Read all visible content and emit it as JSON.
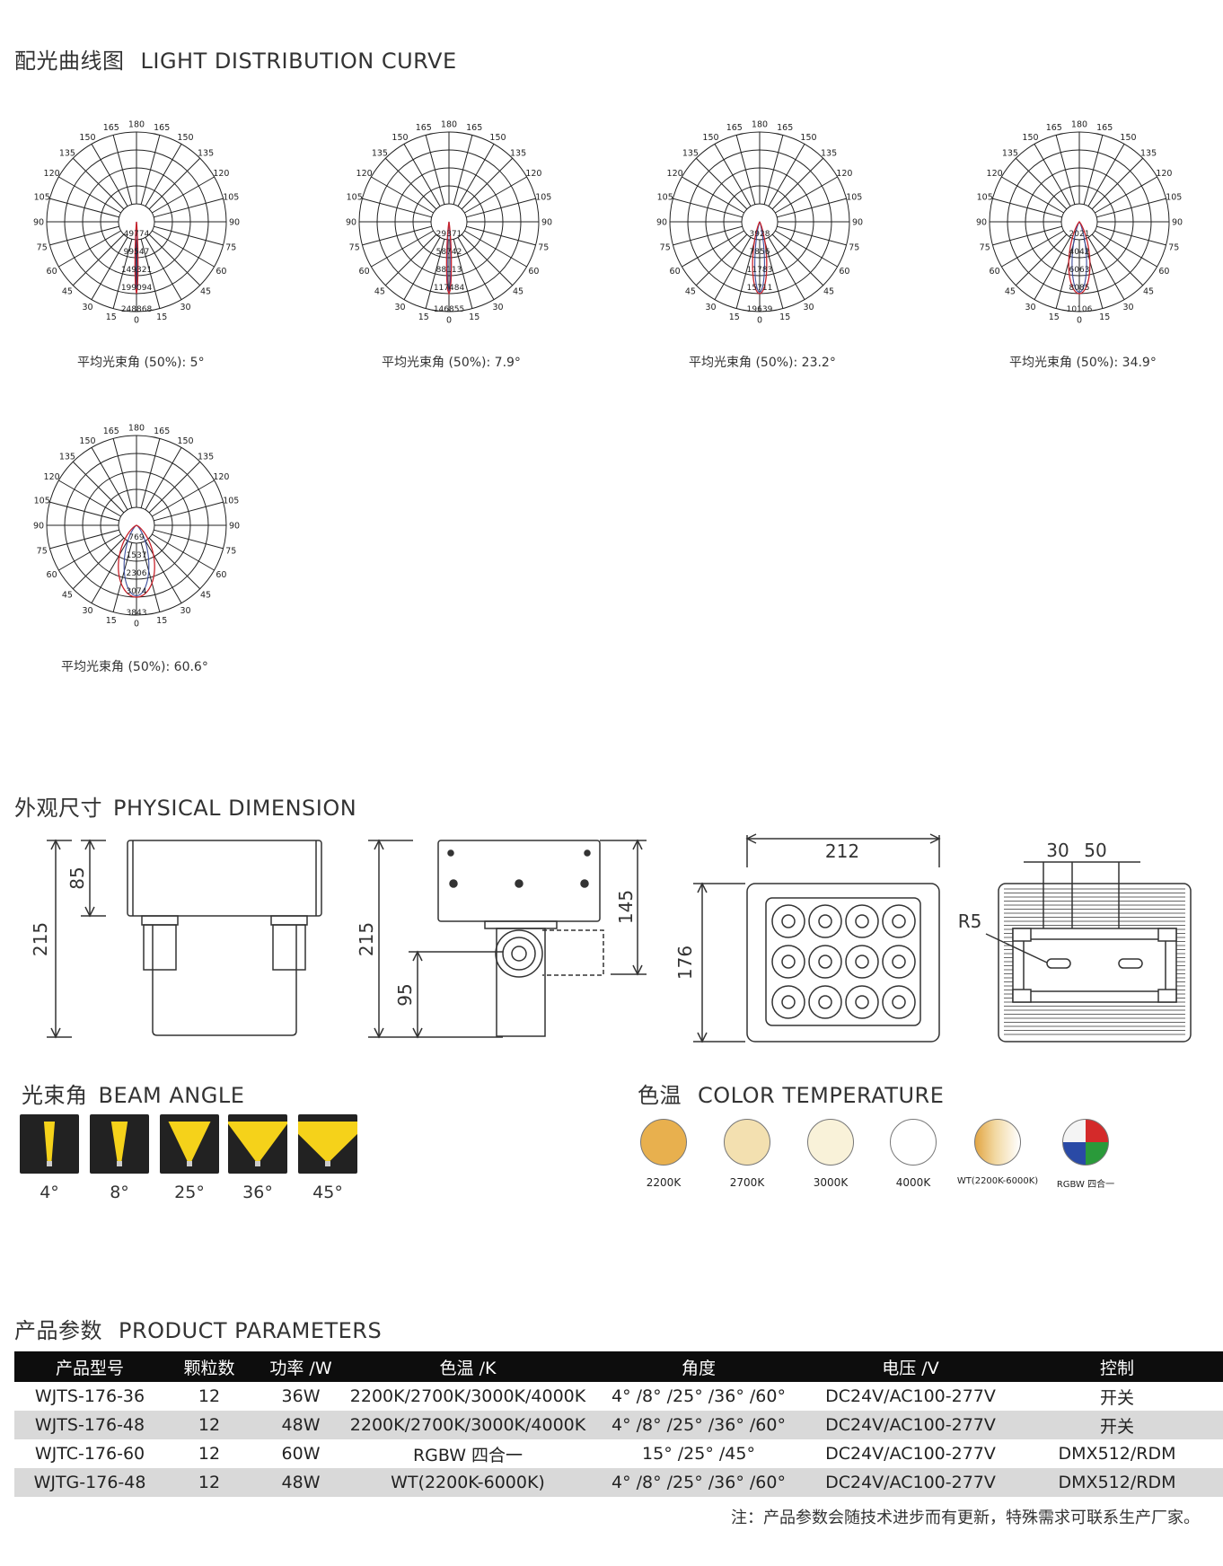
{
  "light_distribution": {
    "title_cn": "配光曲线图",
    "title_en": "LIGHT DISTRIBUTION CURVE",
    "angle_labels": [
      "180",
      "165",
      "165",
      "150",
      "150",
      "135",
      "135",
      "120",
      "120",
      "105",
      "105",
      "90",
      "90",
      "75",
      "75",
      "60",
      "60",
      "45",
      "45",
      "30",
      "30",
      "15",
      "15",
      "0"
    ],
    "curves": [
      {
        "caption": "平均光束角 (50%): 5°",
        "beam_deg": 5,
        "values": [
          "49774",
          "99547",
          "149321",
          "199094",
          "248868"
        ]
      },
      {
        "caption": "平均光束角 (50%):  7.9°",
        "beam_deg": 7.9,
        "values": [
          "29371",
          "58742",
          "88113",
          "117484",
          "146855"
        ]
      },
      {
        "caption": "平均光束角 (50%): 23.2°",
        "beam_deg": 23.2,
        "values": [
          "3928",
          "7856",
          "11783",
          "15711",
          "19639"
        ]
      },
      {
        "caption": "平均光束角 (50%):  34.9°",
        "beam_deg": 34.9,
        "values": [
          "2021",
          "4042",
          "6063",
          "8085",
          "10106"
        ]
      },
      {
        "caption": "平均光束角 (50%): 60.6°",
        "beam_deg": 60.6,
        "values": [
          "769",
          "1537",
          "2306",
          "3074",
          "3843"
        ]
      }
    ]
  },
  "physical_dimension": {
    "title_cn": "外观尺寸",
    "title_en": "PHYSICAL DIMENSION",
    "labels": {
      "front_height": "215",
      "front_body": "85",
      "side_height": "215",
      "side_pivot": "95",
      "side_body": "145",
      "face_width": "212",
      "face_height": "176",
      "back_a": "30",
      "back_b": "50",
      "radius": "R5"
    }
  },
  "beam_angle": {
    "title_cn": "光束角",
    "title_en": "BEAM ANGLE",
    "items": [
      {
        "label": "4°",
        "deg": 4
      },
      {
        "label": "8°",
        "deg": 8
      },
      {
        "label": "25°",
        "deg": 25
      },
      {
        "label": "36°",
        "deg": 36
      },
      {
        "label": "45°",
        "deg": 45
      }
    ],
    "beam_color": "#f5d21a"
  },
  "color_temperature": {
    "title_cn": "色温",
    "title_en": "COLOR TEMPERATURE",
    "items": [
      {
        "label": "2200K",
        "color": "#e8b04e"
      },
      {
        "label": "2700K",
        "color": "#f3e0b0"
      },
      {
        "label": "3000K",
        "color": "#f9f2d9"
      },
      {
        "label": "4000K",
        "color": "#ffffff"
      },
      {
        "label": "WT(2200K-6000K)",
        "color": "gradient"
      },
      {
        "label": "RGBW 四合一",
        "color": "rgbw"
      }
    ]
  },
  "product_parameters": {
    "title_cn": "产品参数",
    "title_en": "PRODUCT PARAMETERS",
    "headers": [
      "产品型号",
      "颗粒数",
      "功率 /W",
      "色温 /K",
      "角度",
      "电压 /V",
      "控制"
    ],
    "rows": [
      [
        "WJTS-176-36",
        "12",
        "36W",
        "2200K/2700K/3000K/4000K",
        "4° /8° /25° /36° /60°",
        "DC24V/AC100-277V",
        "开关"
      ],
      [
        "WJTS-176-48",
        "12",
        "48W",
        "2200K/2700K/3000K/4000K",
        "4° /8° /25° /36° /60°",
        "DC24V/AC100-277V",
        "开关"
      ],
      [
        "WJTC-176-60",
        "12",
        "60W",
        "RGBW 四合一",
        "15° /25° /45°",
        "DC24V/AC100-277V",
        "DMX512/RDM"
      ],
      [
        "WJTG-176-48",
        "12",
        "48W",
        "WT(2200K-6000K)",
        "4° /8° /25° /36° /60°",
        "DC24V/AC100-277V",
        "DMX512/RDM"
      ]
    ],
    "note": "注：产品参数会随技术进步而有更新，特殊需求可联系生产厂家。"
  }
}
